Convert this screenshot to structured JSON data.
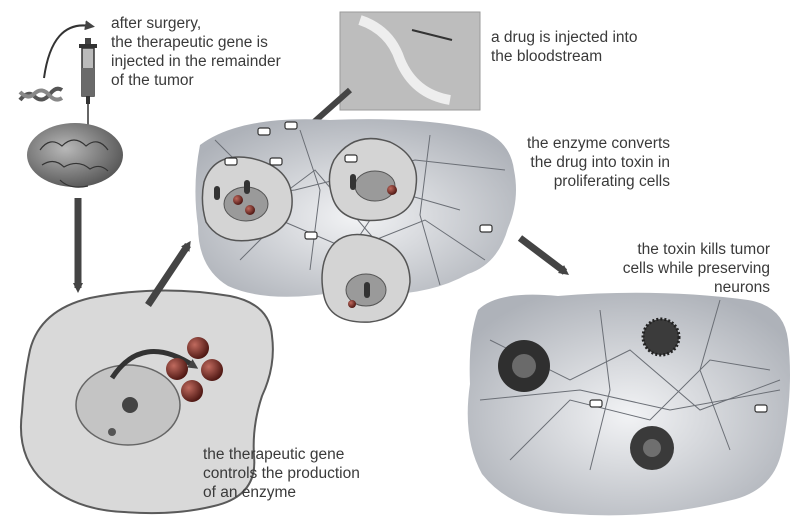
{
  "captions": {
    "surgery": "after surgery,\nthe therapeutic gene is\ninjected in the remainder\nof the tumor",
    "drug": "a drug is injected into\nthe bloodstream",
    "enzyme_converts": "the enzyme converts\nthe drug into toxin in\nproliferating cells",
    "toxin_kills": "the toxin kills tumor\ncells while preserving\nneurons",
    "gene_controls": "the therapeutic gene\ncontrols the production\nof an enzyme"
  },
  "colors": {
    "arrow": "#444444",
    "cell_fill": "#d9d9d9",
    "tissue_fill": "#c9ccd2",
    "enzyme_ball": "#7a2a22",
    "text": "#3a3a3a"
  }
}
